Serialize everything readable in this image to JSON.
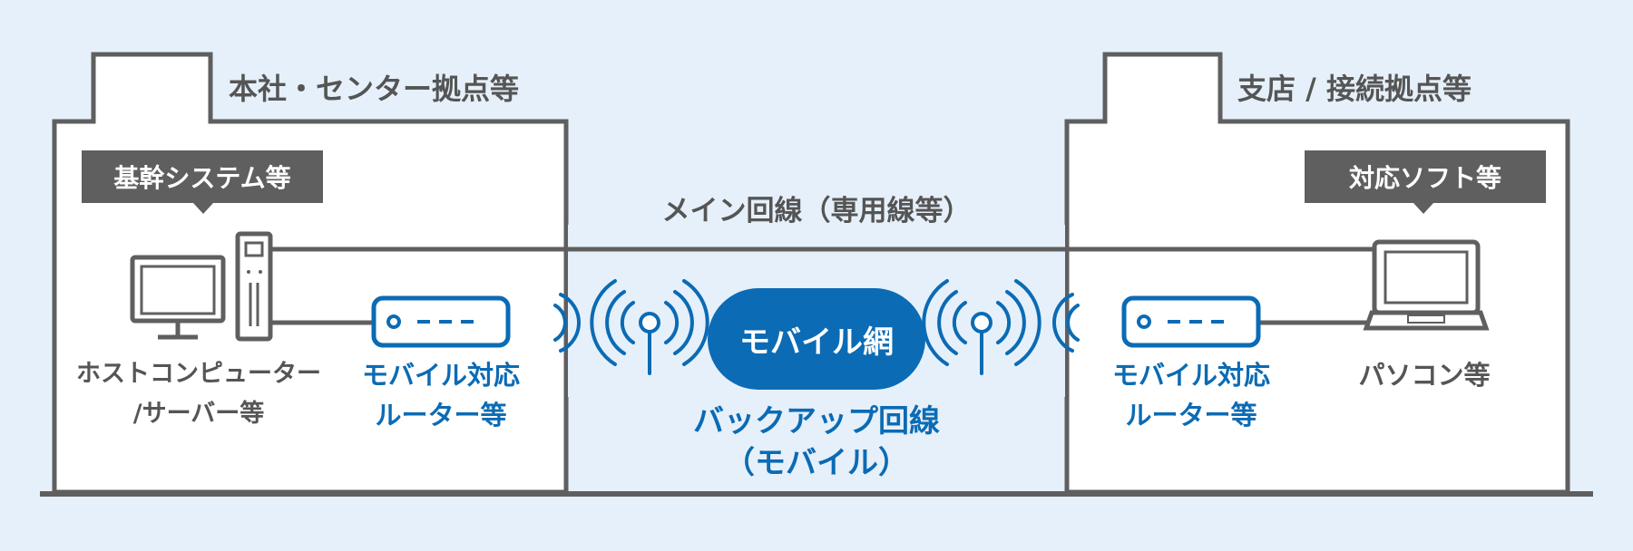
{
  "colors": {
    "background": "#e6f0fa",
    "building_fill": "#ffffff",
    "line_gray": "#5f5f5f",
    "accent_blue": "#0b6bb4"
  },
  "headquarters": {
    "title": "本社・センター拠点等",
    "system_tag": "基幹システム等",
    "host_label_line1": "ホストコンピューター",
    "host_label_line2": "/サーバー等",
    "router_label_line1": "モバイル対応",
    "router_label_line2": "ルーター等"
  },
  "branch": {
    "title": "支店 / 接続拠点等",
    "software_tag": "対応ソフト等",
    "pc_label": "パソコン等",
    "router_label_line1": "モバイル対応",
    "router_label_line2": "ルーター等"
  },
  "network": {
    "main_line_label": "メイン回線（専用線等）",
    "mobile_network_label": "モバイル網",
    "backup_label_line1": "バックアップ回線",
    "backup_label_line2": "（モバイル）"
  }
}
